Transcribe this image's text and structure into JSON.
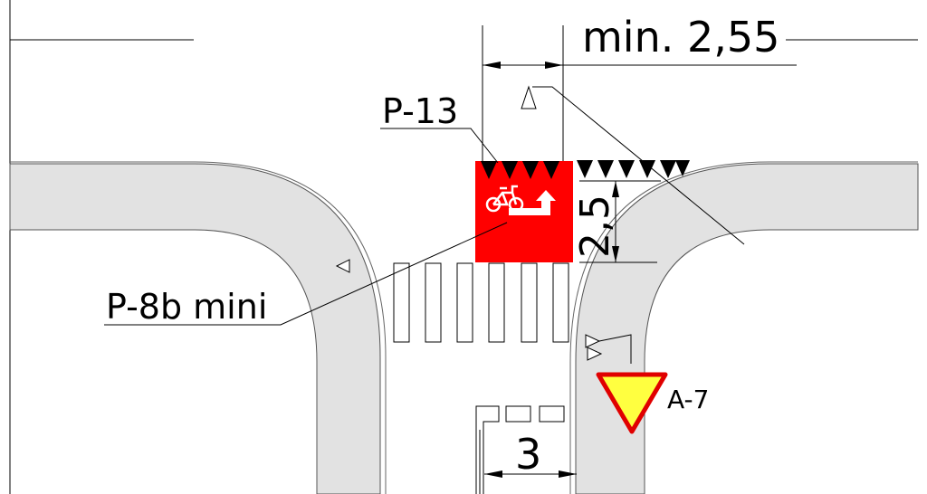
{
  "labels": {
    "dim_top": "min. 2,55",
    "sign_p13": "P-13",
    "sign_p8b": "P-8b mini",
    "dim_side": "2,5",
    "sign_a7": "A-7",
    "dim_bottom": "3"
  },
  "colors": {
    "curb": "#e2e2e2",
    "bike_crossing": "#ff0000",
    "yield_fill": "#ffff40",
    "yield_border": "#e00000",
    "line": "#000000"
  },
  "icons": {
    "bike": "bicycle-symbol-icon",
    "arrow": "direction-arrow-icon",
    "yield": "yield-triangle-icon"
  }
}
